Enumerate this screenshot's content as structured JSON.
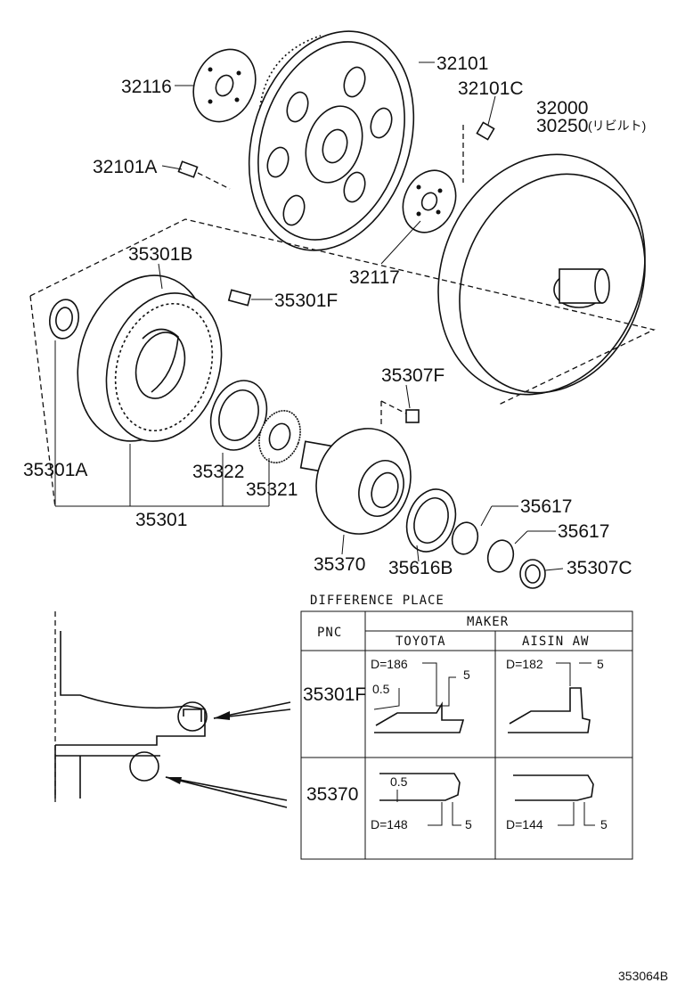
{
  "callouts": {
    "p32101": "32101",
    "p32116": "32116",
    "p32101C": "32101C",
    "p32000": "32000",
    "p30250": "30250",
    "p30250_note": "(リビルト)",
    "p32101A": "32101A",
    "p32117": "32117",
    "p35301B": "35301B",
    "p35301F": "35301F",
    "p35307F": "35307F",
    "p35301A": "35301A",
    "p35322": "35322",
    "p35321": "35321",
    "p35301": "35301",
    "p35617a": "35617",
    "p35617b": "35617",
    "p35616B": "35616B",
    "p35370": "35370",
    "p35307C": "35307C"
  },
  "table": {
    "caption": "DIFFERENCE PLACE",
    "maker_header": "MAKER",
    "pnc_header": "PNC",
    "toyota": "TOYOTA",
    "aisin": "AISIN AW",
    "rows": [
      {
        "pnc": "35301F",
        "toyota": {
          "d": "D=186",
          "w": "5",
          "t": "0.5"
        },
        "aisin": {
          "d": "D=182",
          "w": "5"
        }
      },
      {
        "pnc": "35370",
        "toyota": {
          "d": "D=148",
          "w": "5",
          "t": "0.5"
        },
        "aisin": {
          "d": "D=144",
          "w": "5"
        }
      }
    ]
  },
  "figure_id": "353064B"
}
